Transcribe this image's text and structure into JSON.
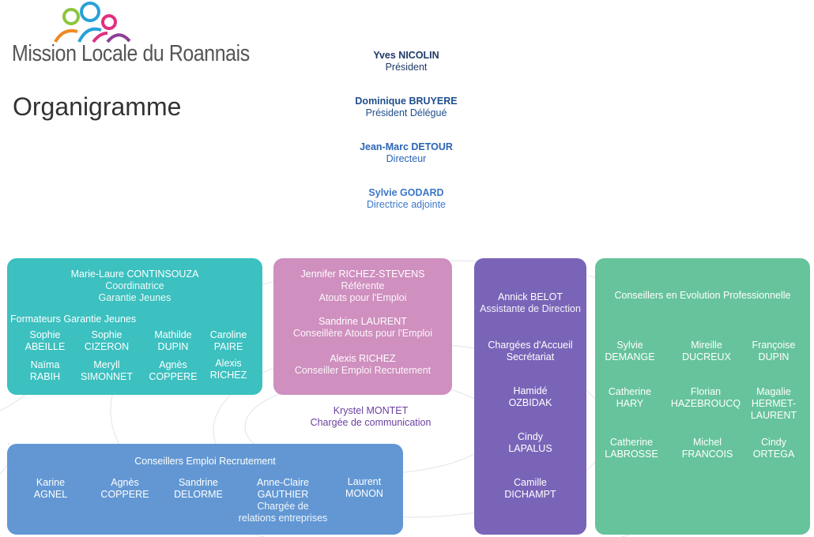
{
  "logo": {
    "text": "Mission Locale du Roannais",
    "colors": [
      "#F08A24",
      "#8CC63F",
      "#2AA1D8",
      "#E0307E",
      "#8E3F96"
    ]
  },
  "page_title": "Organigramme",
  "executives": [
    {
      "name": "Yves NICOLIN",
      "role": "Président",
      "color": "#1F3A68"
    },
    {
      "name": "Dominique BRUYERE",
      "role": "Président Délégué",
      "color": "#1F4E8C"
    },
    {
      "name": "Jean-Marc DETOUR",
      "role": "Directeur",
      "color": "#2A64B5"
    },
    {
      "name": "Sylvie GODARD",
      "role": "Directrice adjointe",
      "color": "#3B76C9"
    }
  ],
  "garantie": {
    "color": "#3CC0C0",
    "coordinator": {
      "name": "Marie-Laure CONTINSOUZA",
      "role_line1": "Coordinatrice",
      "role_line2": "Garantie Jeunes"
    },
    "heading": "Formateurs Garantie Jeunes",
    "members": [
      {
        "first": "Sophie",
        "last": "ABEILLE"
      },
      {
        "first": "Sophie",
        "last": "CIZERON"
      },
      {
        "first": "Mathilde",
        "last": "DUPIN"
      },
      {
        "first": "Caroline",
        "last": "PAIRE"
      },
      {
        "first": "Naïma",
        "last": "RABIH"
      },
      {
        "first": "Meryll",
        "last": "SIMONNET"
      },
      {
        "first": "Agnès",
        "last": "COPPERE"
      },
      {
        "first": "Alexis",
        "last": "RICHEZ"
      }
    ]
  },
  "atouts": {
    "color": "#CF8FBF",
    "people": [
      {
        "name": "Jennifer RICHEZ-STEVENS",
        "role_line1": "Référente",
        "role_line2": "Atouts pour l'Emploi"
      },
      {
        "name": "Sandrine LAURENT",
        "role_line1": "Conseillère Atouts pour l'Emploi"
      },
      {
        "name": "Alexis RICHEZ",
        "role_line1": "Conseiller Emploi Recrutement"
      }
    ]
  },
  "communication": {
    "name": "Krystel MONTET",
    "role": "Chargée de communication",
    "color": "#6B3FA0"
  },
  "recrutement": {
    "color": "#6297D3",
    "heading": "Conseillers Emploi Recrutement",
    "members": [
      {
        "first": "Karine",
        "last": "AGNEL"
      },
      {
        "first": "Agnès",
        "last": "COPPERE"
      },
      {
        "first": "Sandrine",
        "last": "DELORME"
      },
      {
        "first": "Anne-Claire",
        "last": "GAUTHIER",
        "role_line1": "Chargée de",
        "role_line2": "relations entreprises"
      },
      {
        "first": "Laurent",
        "last": "MONON"
      }
    ]
  },
  "direction": {
    "color": "#7A64B8",
    "assistant": {
      "name": "Annick BELOT",
      "role": "Assistante de Direction"
    },
    "heading_line1": "Chargées d'Accueil",
    "heading_line2": "Secrétariat",
    "members": [
      {
        "first": "Hamidé",
        "last": "OZBIDAK"
      },
      {
        "first": "Cindy",
        "last": "LAPALUS"
      },
      {
        "first": "Camille",
        "last": "DICHAMPT"
      }
    ]
  },
  "cep": {
    "color": "#66C39B",
    "heading": "Conseillers en Evolution Professionnelle",
    "members": [
      {
        "first": "Sylvie",
        "last": "DEMANGE"
      },
      {
        "first": "Mireille",
        "last": "DUCREUX"
      },
      {
        "first": "Françoise",
        "last": "DUPIN"
      },
      {
        "first": "Catherine",
        "last": "HARY"
      },
      {
        "first": "Florian",
        "last": "HAZEBROUCQ"
      },
      {
        "first": "Magalie",
        "last": "HERMET-",
        "last2": "LAURENT"
      },
      {
        "first": "Catherine",
        "last": "LABROSSE"
      },
      {
        "first": "Michel",
        "last": "FRANCOIS"
      },
      {
        "first": "Cindy",
        "last": "ORTEGA"
      }
    ]
  }
}
